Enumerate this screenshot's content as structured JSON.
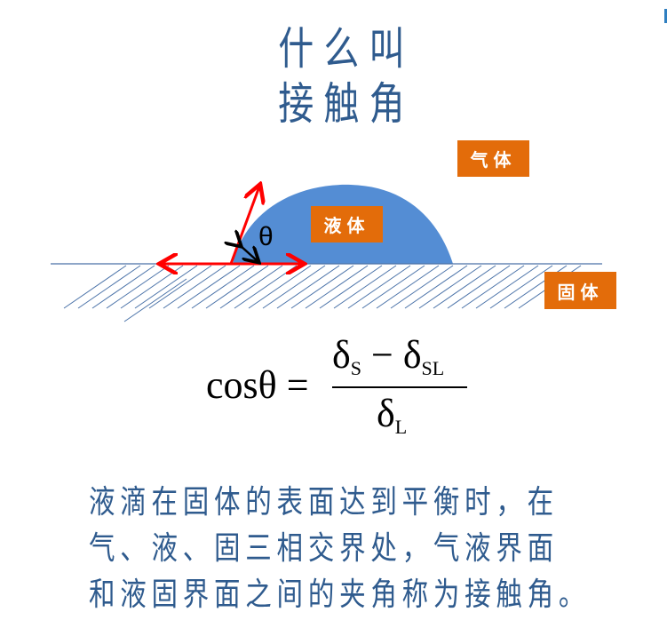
{
  "title": {
    "line1": "什么叫",
    "line2": "接触角"
  },
  "diagram": {
    "labels": {
      "gas": "气体",
      "liquid": "液体",
      "solid": "固体"
    },
    "angle_symbol": "θ",
    "colors": {
      "droplet": "#548dd4",
      "label_bg": "#e36c0a",
      "arrow": "#ff0000",
      "surface": "#4a72a8",
      "angle_arrow": "#000000"
    }
  },
  "formula": {
    "lhs": "cosθ =",
    "numerator_a": "δ",
    "numerator_a_sub": "S",
    "minus": " − ",
    "numerator_b": "δ",
    "numerator_b_sub": "SL",
    "denominator": "δ",
    "denominator_sub": "L"
  },
  "description": {
    "lines": [
      "液滴在固体的表面达到平衡时，在",
      "气、液、固三相交界处，气液界面",
      "和液固界面之间的夹角称为接触角。"
    ]
  },
  "colors": {
    "text_blue": "#2f5b8e",
    "background": "#ffffff"
  }
}
